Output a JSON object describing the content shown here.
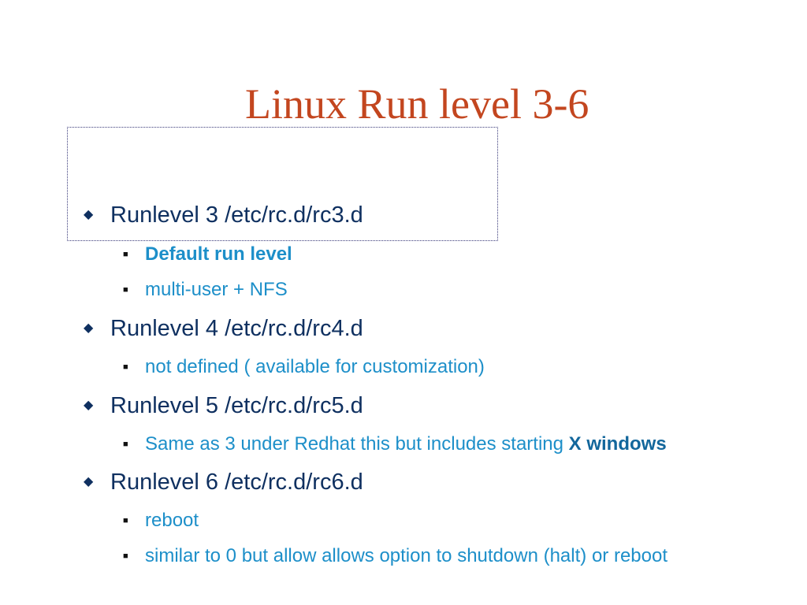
{
  "title": "Linux Run level 3-6",
  "bullets": [
    {
      "text": "Runlevel 3 /etc/rc.d/rc3.d",
      "sub": [
        {
          "text": "Default run level"
        },
        {
          "text": "multi-user + NFS"
        }
      ]
    },
    {
      "text": "Runlevel 4 /etc/rc.d/rc4.d",
      "sub": [
        {
          "text": "not defined ( available for customization)"
        }
      ]
    },
    {
      "text": "Runlevel 5 /etc/rc.d/rc5.d",
      "sub": [
        {
          "text": "Same as 3 under Redhat this but includes starting",
          "emphasis": "X windows"
        }
      ]
    },
    {
      "text": "Runlevel 6 /etc/rc.d/rc6.d",
      "sub": [
        {
          "text": "reboot"
        },
        {
          "text": "similar to 0 but allow allows option to shutdown (halt) or reboot"
        }
      ]
    }
  ],
  "glyphs": {
    "level1": "◆",
    "level2": "■"
  },
  "colors": {
    "title": "#c3461f",
    "level1_text": "#0f3060",
    "level2_text": "#1d8fc9",
    "emphasis": "#13679c"
  }
}
